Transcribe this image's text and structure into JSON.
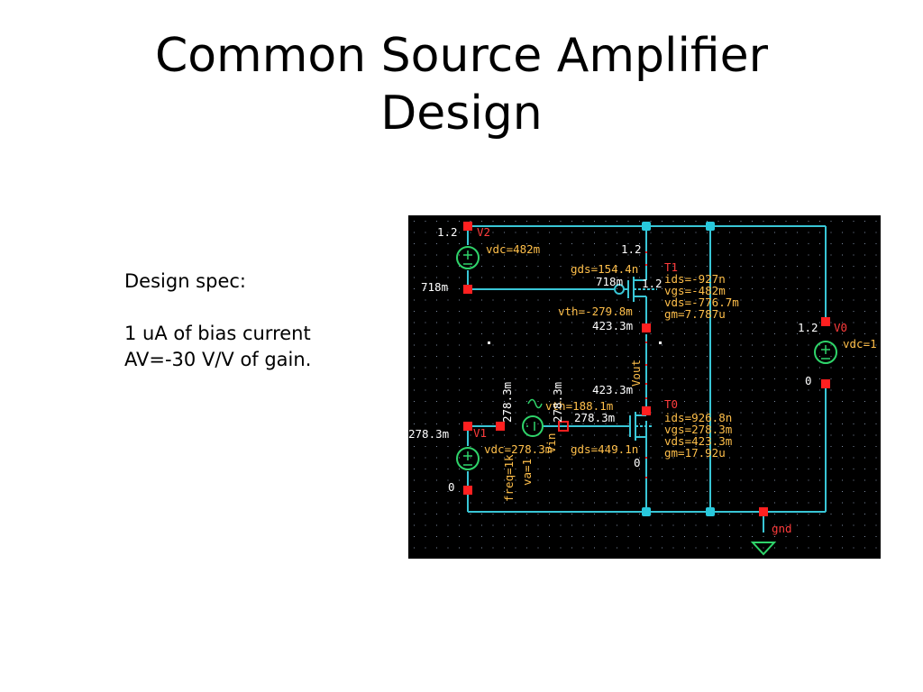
{
  "slide": {
    "title_line1": "Common Source Amplifier",
    "title_line2": "Design",
    "spec_heading": "Design spec:",
    "spec_lines": [
      "1 uA of bias current",
      "AV=-30 V/V of gain."
    ]
  },
  "colors": {
    "background": "#ffffff",
    "schematic_bg": "#000000",
    "wire": "#39c6d6",
    "pin": "#ff2020",
    "node": "#28c8dc",
    "annotation": "#ffbf4a",
    "instance_name": "#ff3c3c",
    "source_symbol": "#2fd46a",
    "ground": "#2fd46a"
  },
  "schematic": {
    "sources": {
      "v2": {
        "name": "V2",
        "param": "vdc=482m",
        "top_voltage": "1.2",
        "bottom_voltage": "718m"
      },
      "v0": {
        "name": "V0",
        "param": "vdc=1",
        "top_voltage": "1.2",
        "bottom_voltage": "0"
      },
      "v1": {
        "name": "V1",
        "param": "vdc=278.3m",
        "left_voltage": "278.3m",
        "bottom_voltage": "0"
      },
      "vac": {
        "freq": "freq=1k",
        "va": "va=1",
        "left_node": "278.3m",
        "right_node": "278.3m",
        "label": "Vin"
      }
    },
    "t1": {
      "name": "T1",
      "source_voltage": "1.2",
      "gate_voltage": "718m",
      "bulk_voltage": "1.2",
      "drain_voltage": "423.3m",
      "gds": "gds=154.4n",
      "vth": "vth=-279.8m",
      "params": [
        "ids=-927n",
        "vgs=-482m",
        "vds=-776.7m",
        "gm=7.787u"
      ]
    },
    "t0": {
      "name": "T0",
      "drain_voltage": "423.3m",
      "gate_voltage": "278.3m",
      "source_voltage": "0",
      "vth": "vth=188.1m",
      "gds": "gds=449.1n",
      "params": [
        "ids=926.8n",
        "vgs=278.3m",
        "vds=423.3m",
        "gm=17.92u"
      ]
    },
    "vout_label": "Vout",
    "gnd_label": "gnd"
  }
}
